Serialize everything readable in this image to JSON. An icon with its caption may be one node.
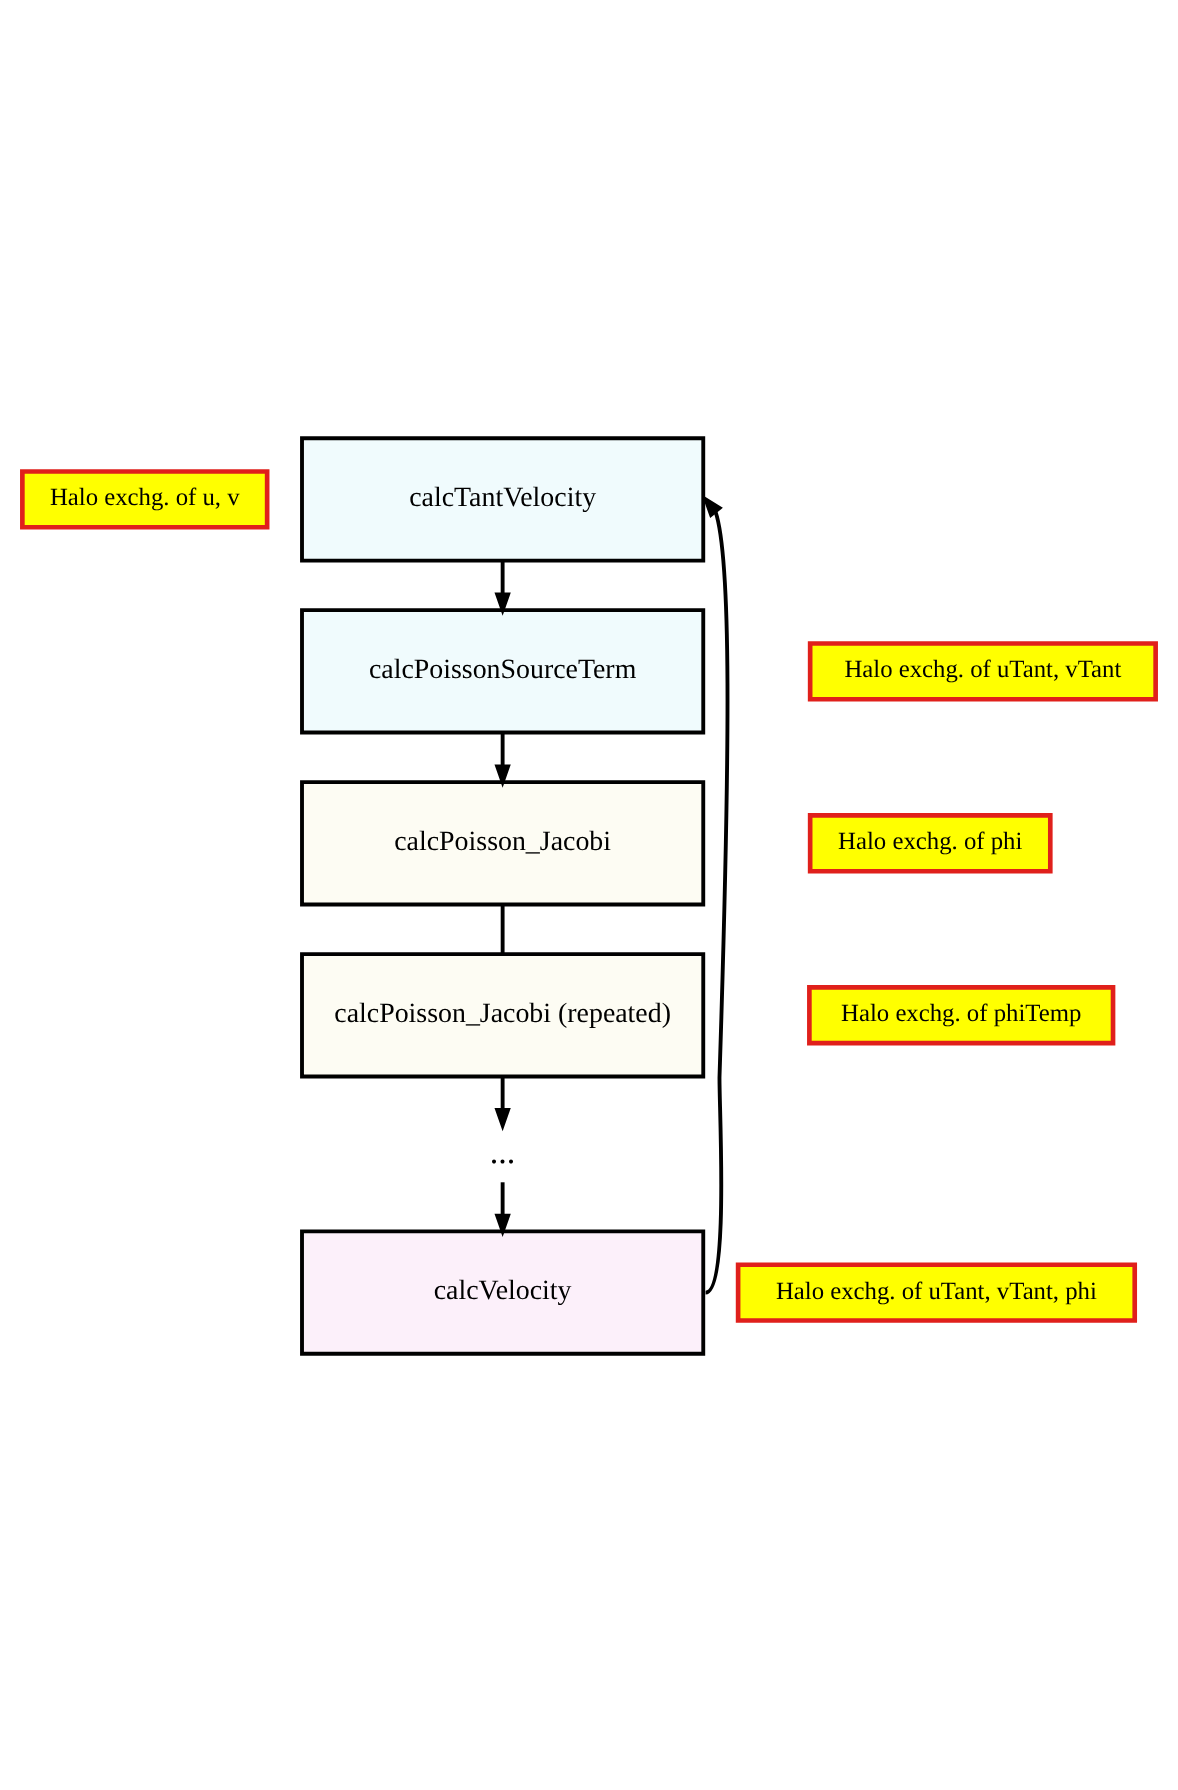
{
  "diagram": {
    "nodes": [
      {
        "text": [
          "Halo exchg. of u, v"
        ]
      },
      {
        "text": [
          "calcTantVelocity"
        ]
      },
      {
        "text": [
          "Halo exchg. of uTant, vTant"
        ]
      },
      {
        "text": [
          "calcPoissonSourceTerm"
        ]
      },
      {
        "text": [
          "Halo exchg. of phi"
        ]
      },
      {
        "text": [
          "calcPoisson_Jacobi"
        ]
      },
      {
        "text": [
          "Halo exchg. of phiTemp"
        ]
      },
      {
        "text": [
          "calcPoisson_Jacobi (repeated)"
        ]
      },
      {
        "text": [
          "..."
        ]
      },
      {
        "text": [
          "Halo exchg. of uTant, vTant, phi"
        ]
      },
      {
        "text": [
          "calcVelocity"
        ]
      }
    ],
    "edges": [
      {
        "from": 10,
        "to": 1,
        "arrow": "to"
      },
      {
        "from": 1,
        "to": 3,
        "arrow": "to"
      },
      {
        "from": 3,
        "to": 5,
        "arrow": "to"
      },
      {
        "from": 5,
        "to": 7,
        "arrow": "none"
      },
      {
        "from": 7,
        "to": 8,
        "arrow": "to"
      },
      {
        "from": 8,
        "to": 10,
        "arrow": "to"
      }
    ]
  }
}
